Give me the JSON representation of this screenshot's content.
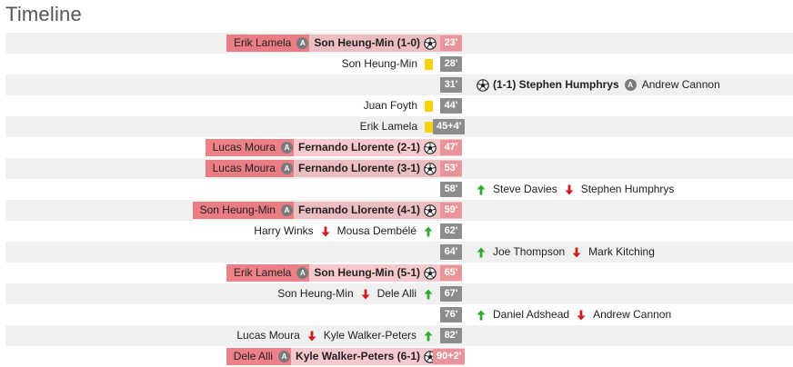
{
  "title": "Timeline",
  "colors": {
    "highlight": "#e94d55",
    "yellow_card": "#f5d20d",
    "sub_in": "#2eaa2e",
    "sub_out": "#cc1d24",
    "minute_badge": "#8c8c8c"
  },
  "assist_letter": "A",
  "icons": {
    "goal": "soccer-ball-icon",
    "assist": "assist-icon",
    "card": "yellow-card-icon",
    "in": "arrow-up-icon",
    "out": "arrow-down-icon"
  },
  "events": [
    {
      "minute": "23'",
      "side": "home",
      "type": "goal",
      "scorer": "Son Heung-Min (1-0)",
      "assist": "Erik Lamela"
    },
    {
      "minute": "28'",
      "side": "home",
      "type": "yellow",
      "player": "Son Heung-Min"
    },
    {
      "minute": "31'",
      "side": "away",
      "type": "goal",
      "scorer": "(1-1) Stephen Humphrys",
      "assist": "Andrew Cannon"
    },
    {
      "minute": "44'",
      "side": "home",
      "type": "yellow",
      "player": "Juan Foyth"
    },
    {
      "minute": "45+4'",
      "side": "home",
      "type": "yellow",
      "player": "Erik Lamela"
    },
    {
      "minute": "47'",
      "side": "home",
      "type": "goal",
      "scorer": "Fernando Llorente (2-1)",
      "assist": "Lucas Moura"
    },
    {
      "minute": "53'",
      "side": "home",
      "type": "goal",
      "scorer": "Fernando Llorente (3-1)",
      "assist": "Lucas Moura"
    },
    {
      "minute": "58'",
      "side": "away",
      "type": "sub",
      "in": "Steve Davies",
      "out": "Stephen Humphrys"
    },
    {
      "minute": "59'",
      "side": "home",
      "type": "goal",
      "scorer": "Fernando Llorente (4-1)",
      "assist": "Son Heung-Min"
    },
    {
      "minute": "62'",
      "side": "home",
      "type": "sub",
      "out": "Harry Winks",
      "in": "Mousa Dembélé"
    },
    {
      "minute": "64'",
      "side": "away",
      "type": "sub",
      "in": "Joe Thompson",
      "out": "Mark Kitching"
    },
    {
      "minute": "65'",
      "side": "home",
      "type": "goal",
      "scorer": "Son Heung-Min (5-1)",
      "assist": "Erik Lamela"
    },
    {
      "minute": "67'",
      "side": "home",
      "type": "sub",
      "out": "Son Heung-Min",
      "in": "Dele Alli"
    },
    {
      "minute": "76'",
      "side": "away",
      "type": "sub",
      "in": "Daniel Adshead",
      "out": "Andrew Cannon"
    },
    {
      "minute": "82'",
      "side": "home",
      "type": "sub",
      "out": "Lucas Moura",
      "in": "Kyle Walker-Peters"
    },
    {
      "minute": "90+2'",
      "side": "home",
      "type": "goal",
      "scorer": "Kyle Walker-Peters (6-1)",
      "assist": "Dele Alli"
    }
  ]
}
